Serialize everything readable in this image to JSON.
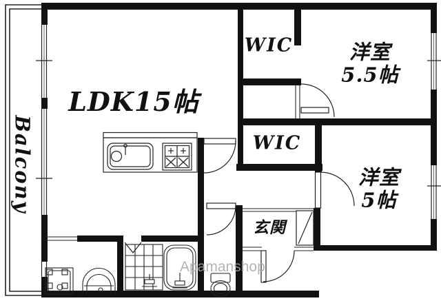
{
  "labels": {
    "ldk": "LDK15帖",
    "wic_upper": "WIC",
    "room55_name": "洋室",
    "room55_size": "5.5帖",
    "wic_lower": "WIC",
    "room5_name": "洋室",
    "room5_size": "5帖",
    "genkan": "玄関",
    "balcony": "Balcony",
    "watermark": "Apamanshop"
  },
  "colors": {
    "wall": "#111111",
    "background": "#ffffff",
    "watermark": "#a8a8a8"
  }
}
